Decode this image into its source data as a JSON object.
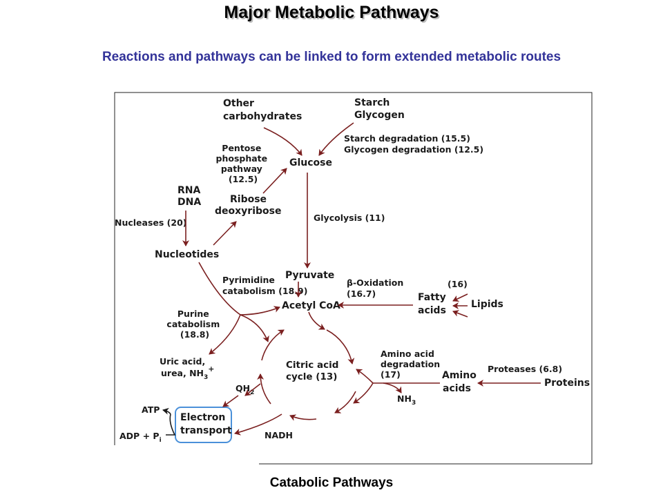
{
  "title": "Major Metabolic Pathways",
  "subtitle": "Reactions and pathways can be linked to form extended metabolic routes",
  "caption": "Catabolic Pathways",
  "colors": {
    "arrow": "#7a1f1f",
    "subtitle": "#333399",
    "electron_transport_box": "#4a90d9"
  },
  "nodes": {
    "other_carbohydrates": [
      "Other",
      "carbohydrates"
    ],
    "starch_glycogen": [
      "Starch",
      "Glycogen"
    ],
    "glucose": "Glucose",
    "rna_dna": [
      "RNA",
      "DNA"
    ],
    "ribose": [
      "Ribose",
      "deoxyribose"
    ],
    "nucleotides": "Nucleotides",
    "pyruvate": "Pyruvate",
    "acetyl_coa": "Acetyl CoA",
    "fatty_acids": [
      "Fatty",
      "acids"
    ],
    "lipids": "Lipids",
    "citric_acid": [
      "Citric acid",
      "cycle (13)"
    ],
    "amino_acids": [
      "Amino",
      "acids"
    ],
    "proteins": "Proteins",
    "electron_transport": [
      "Electron",
      "transport"
    ],
    "uric_acid": [
      "Uric acid,",
      "urea, NH"
    ],
    "uric_sub": "3",
    "uric_sup": "+",
    "qh": "QH",
    "qh_sub": "2",
    "nadh": "NADH",
    "nh3": "NH",
    "nh3_sub": "3",
    "atp": "ATP",
    "adp": "ADP + P",
    "adp_sub": "i"
  },
  "labels": {
    "starch_degradation": [
      "Starch degradation (15.5)",
      "Glycogen degradation (12.5)"
    ],
    "pentose": [
      "Pentose",
      "phosphate",
      "pathway",
      "(12.5)"
    ],
    "nucleases": "Nucleases (20)",
    "glycolysis": "Glycolysis (11)",
    "pyrimidine": [
      "Pyrimidine",
      "catabolism (18.9)"
    ],
    "beta_oxidation": [
      "β-Oxidation",
      "(16.7)"
    ],
    "sixteen": "(16)",
    "purine": [
      "Purine",
      "catabolism",
      "(18.8)"
    ],
    "amino_acid_degradation": [
      "Amino acid",
      "degradation",
      "(17)"
    ],
    "proteases": "Proteases (6.8)"
  }
}
